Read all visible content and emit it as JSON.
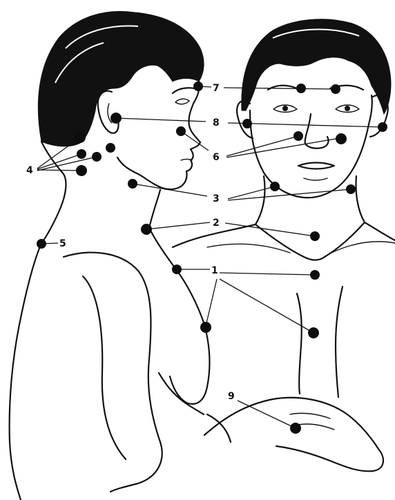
{
  "labels": {
    "n1": "1",
    "n2": "2",
    "n3": "3",
    "n4": "4",
    "n5": "5",
    "n6": "6",
    "n7": "7",
    "n8": "8",
    "n9": "9"
  },
  "colors": {
    "ink": "#111111",
    "paper": "#ffffff"
  }
}
